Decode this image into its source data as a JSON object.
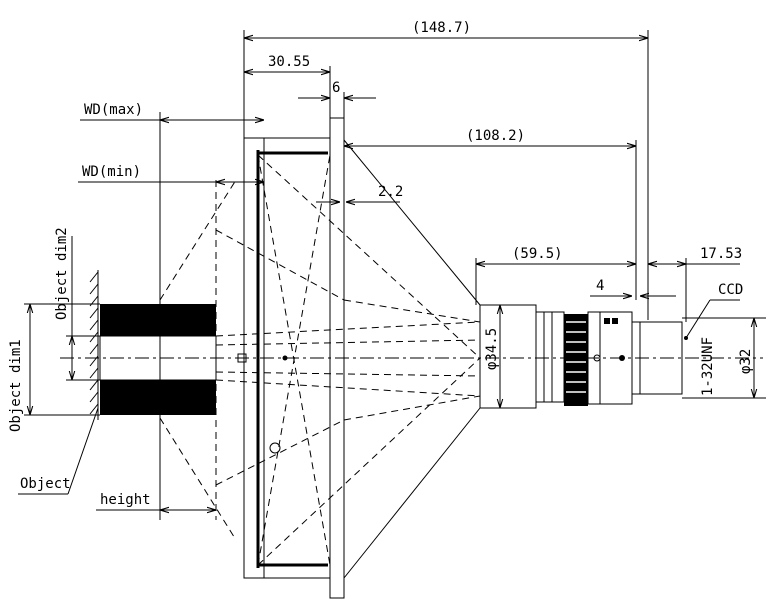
{
  "dimensions": {
    "total_length": "(148.7)",
    "flange_width": "30.55",
    "gap_6": "6",
    "body_length": "(108.2)",
    "offset_2_2": "2.2",
    "mount_length": "(59.5)",
    "step_4": "4",
    "back_focus": "17.53",
    "dia_34_5": "φ34.5",
    "dia_32": "φ32",
    "thread": "1-32UNF"
  },
  "labels": {
    "wd_max": "WD(max)",
    "wd_min": "WD(min)",
    "object_dim2": "Object dim2",
    "object_dim1": "Object dim1",
    "object": "Object",
    "height": "height",
    "ccd": "CCD"
  },
  "colors": {
    "line": "#000000",
    "background": "#ffffff"
  }
}
